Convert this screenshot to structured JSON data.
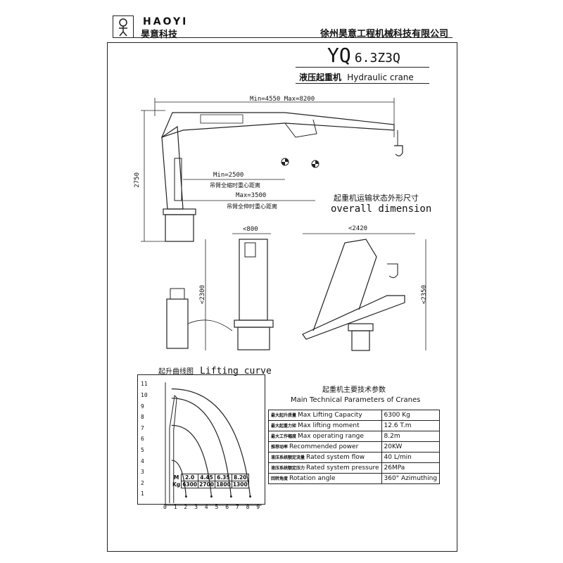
{
  "brand": {
    "name": "HAOYI",
    "name_cn": "昊意科技"
  },
  "company": "徐州昊意工程机械科技有限公司",
  "model": {
    "main": "YQ",
    "sub": "6.3Z3Q"
  },
  "title": {
    "cn": "液压起重机",
    "en": "Hydraulic crane"
  },
  "dims": {
    "boom_span": "Min=4550 Max=8200",
    "height": "2750",
    "min_center": "Min=2500",
    "min_center_label": "吊臂全缩时重心距离",
    "max_center": "Max=3500",
    "max_center_label": "吊臂全伸时重心距离",
    "side_width": "<800",
    "side_height": "<2300",
    "transport_width": "<2420",
    "transport_height": "<2350"
  },
  "overall": {
    "cn": "起重机运输状态外形尺寸",
    "en": "overall dimension"
  },
  "lifting_curve": {
    "cn": "起升曲线图",
    "en": "Lifting curve",
    "y_ticks": [
      "11",
      "10",
      "9",
      "8",
      "7",
      "6",
      "5",
      "4",
      "3",
      "2",
      "1"
    ],
    "x_ticks": [
      "0",
      "1",
      "2",
      "3",
      "4",
      "5",
      "6",
      "7",
      "8",
      "9"
    ],
    "m_label": "M",
    "kg_label": "Kg",
    "m_values": [
      "2.0",
      "4.45",
      "6.35",
      "8.20"
    ],
    "kg_values": [
      "6300",
      "2700",
      "1800",
      "1300"
    ]
  },
  "params": {
    "title_cn": "起重机主要技术参数",
    "title_en": "Main Technical Parameters of Cranes",
    "rows": [
      {
        "cn": "最大起升质量",
        "en": "Max Lifting Capacity",
        "value": "6300 Kg"
      },
      {
        "cn": "最大起重力矩",
        "en": "Max lifting moment",
        "value": "12.6 T.m"
      },
      {
        "cn": "最大工作幅度",
        "en": "Max operating range",
        "value": "8.2m"
      },
      {
        "cn": "推荐动率",
        "en": "Recommended power",
        "value": "20KW"
      },
      {
        "cn": "液压系统额定流量",
        "en": "Rated system flow",
        "value": "40 L/min"
      },
      {
        "cn": "液压系统额定压力",
        "en": "Rated system pressure",
        "value": "26MPa"
      },
      {
        "cn": "回转角度",
        "en": "Rotation angle",
        "value": "360° Azimuthing"
      }
    ]
  },
  "chart_data": {
    "type": "line",
    "title": "Lifting curve",
    "xlabel": "",
    "ylabel": "",
    "xlim": [
      0,
      9
    ],
    "ylim": [
      0,
      11
    ],
    "points": [
      {
        "m": 2.0,
        "kg": 6300
      },
      {
        "m": 4.45,
        "kg": 2700
      },
      {
        "m": 6.35,
        "kg": 1800
      },
      {
        "m": 8.2,
        "kg": 1300
      }
    ]
  }
}
